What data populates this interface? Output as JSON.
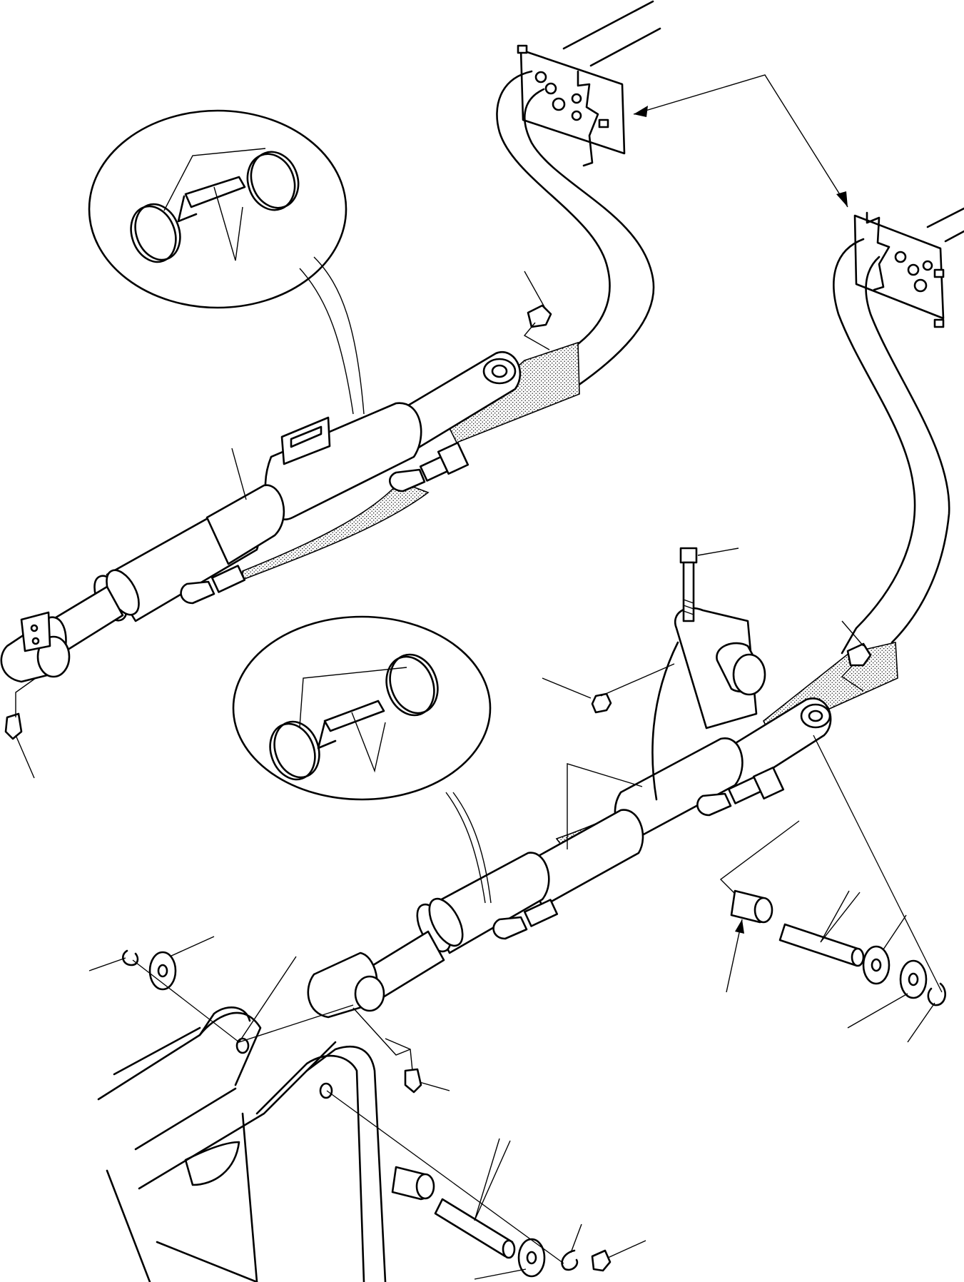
{
  "diagram": {
    "type": "exploded-parts-view",
    "style": "monochrome line drawing",
    "colors": {
      "line": "#000000",
      "background": "#ffffff"
    },
    "text_labels": [],
    "parts": [
      "upper-hydraulic-cylinder",
      "lower-hydraulic-cylinder",
      "hydraulic-hose-upper",
      "hydraulic-hose-lower",
      "hose-clamp-detail-upper",
      "hose-clamp-detail-lower",
      "mounting-plate-upper",
      "mounting-plate-lower",
      "grease-nipples",
      "pivot-pins",
      "bushings",
      "washers",
      "snap-rings",
      "bolt",
      "nut",
      "bracket",
      "boom-frame"
    ]
  }
}
